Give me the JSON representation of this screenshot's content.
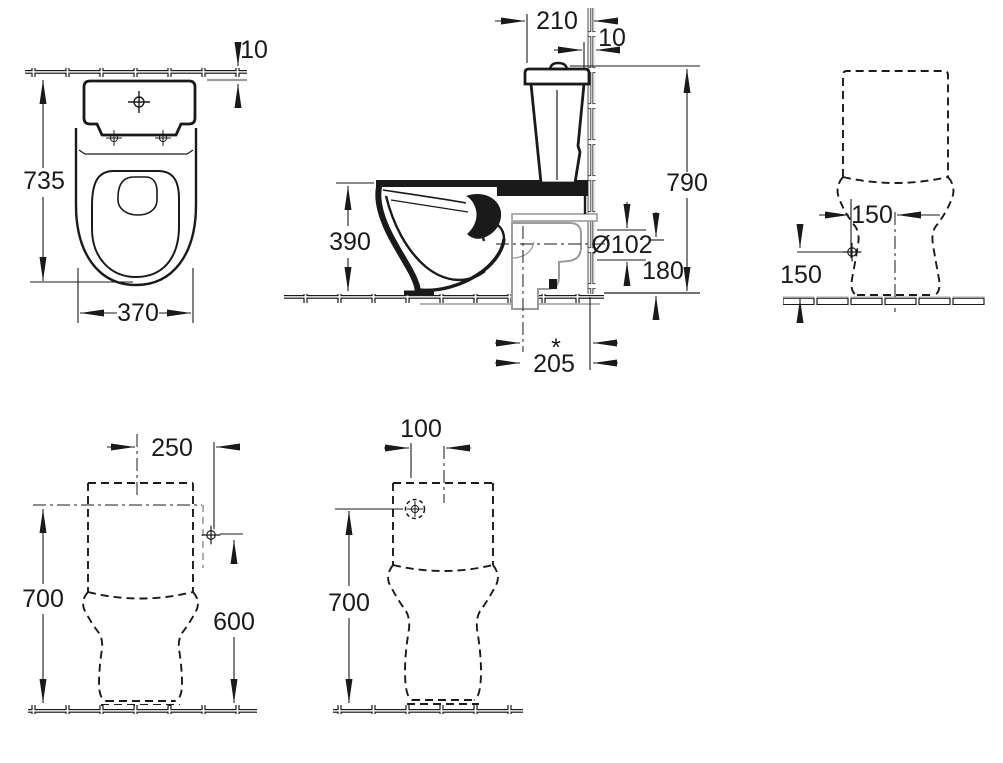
{
  "drawing": {
    "background": "#ffffff",
    "ink_color": "#1a1a1a",
    "accent_gray": "#9b9b9b",
    "views": {
      "top": {
        "dims": {
          "wall_gap": "10",
          "depth": "735",
          "width": "370"
        }
      },
      "side": {
        "dims": {
          "cistern_depth": "210",
          "wall_gap": "10",
          "overall_height": "790",
          "rim_height": "390",
          "outlet_diameter": "Ø102",
          "outlet_axis_height": "180",
          "outlet_note": "*",
          "outlet_setout": "205"
        }
      },
      "rear": {
        "dims": {
          "supply_offset": "150",
          "supply_height": "150"
        }
      },
      "front_a": {
        "dims": {
          "supply_offset": "250",
          "height": "700",
          "supply_height": "600"
        }
      },
      "front_b": {
        "dims": {
          "supply_offset": "100",
          "height": "700"
        }
      }
    }
  }
}
